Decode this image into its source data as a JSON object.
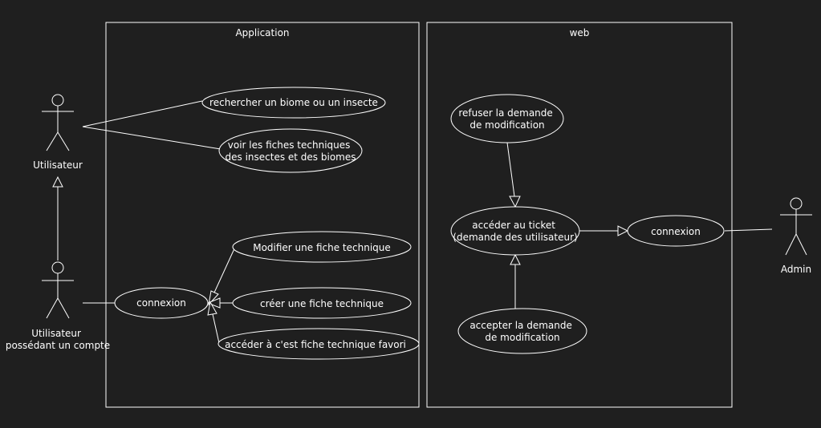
{
  "colors": {
    "background": "#1f1f1f",
    "stroke": "#ffffff",
    "text": "#ffffff"
  },
  "boundaries": {
    "application": "Application",
    "web": "web"
  },
  "actors": {
    "utilisateur": [
      "Utilisateur"
    ],
    "compte": [
      "Utilisateur",
      "possédant un compte"
    ],
    "admin": [
      "Admin"
    ]
  },
  "usecases": {
    "rechercher": [
      "rechercher un biome ou un insecte"
    ],
    "voir": [
      "voir les fiches techniques",
      "des insectes et des biomes"
    ],
    "connexion_app": [
      "connexion"
    ],
    "modifier": [
      "Modifier une fiche technique"
    ],
    "creer": [
      "créer une fiche technique"
    ],
    "favori": [
      "accéder à c'est fiche technique favori"
    ],
    "refuser": [
      "refuser la demande",
      "de modification"
    ],
    "ticket": [
      "accéder au ticket",
      "(demande des utilisateur)"
    ],
    "accepter": [
      "accepter la demande",
      "de modification"
    ],
    "connexion_web": [
      "connexion"
    ]
  }
}
